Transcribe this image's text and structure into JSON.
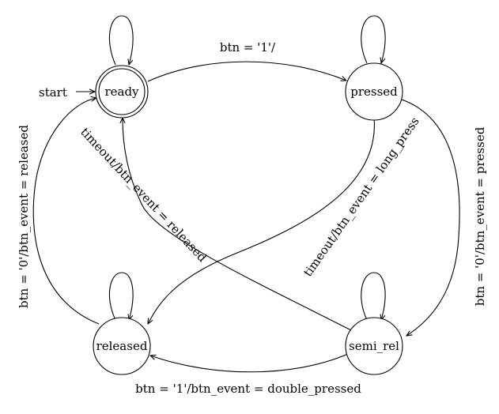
{
  "diagram": {
    "states": {
      "ready": "ready",
      "pressed": "pressed",
      "released": "released",
      "semi_rel": "semi_rel"
    },
    "initial_label": "start",
    "edge_labels": {
      "ready_to_pressed": "btn = '1'/",
      "released_to_ready": "btn = '0'/btn_event = released",
      "semi_rel_to_ready": "timeout/btn_event = released",
      "pressed_to_released": "timeout/btn_event = long_press",
      "pressed_to_semi_rel": "btn = '0'/btn_event = pressed",
      "semi_rel_to_released": "btn = '1'/btn_event = double_pressed"
    }
  }
}
